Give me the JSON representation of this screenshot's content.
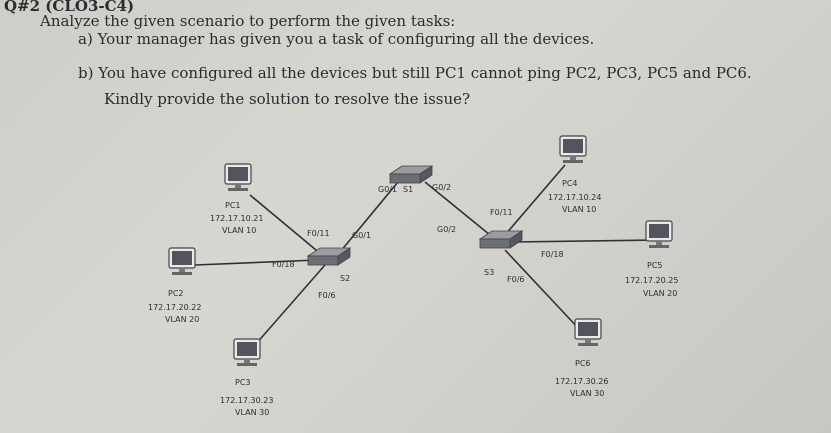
{
  "question": {
    "number": "Q#2 (CLO3-C4)",
    "intro": "Analyze the given scenario to perform the given tasks:",
    "task_a": "a)  Your manager has given you a task of configuring all the devices.",
    "task_b": "b)  You have configured all the devices but still PC1 cannot ping PC2, PC3, PC5 and PC6.",
    "task_b_cont": "Kindly provide the solution to resolve the issue?"
  },
  "diagram": {
    "pc1": {
      "name": "PC1",
      "ip": "172.17.10.21",
      "vlan": "VLAN 10"
    },
    "pc2": {
      "name": "PC2",
      "ip": "172.17.20.22",
      "vlan": "VLAN 20"
    },
    "pc3": {
      "name": "PC3",
      "ip": "172.17.30.23",
      "vlan": "VLAN 30"
    },
    "pc4": {
      "name": "PC4",
      "ip": "172.17.10.24",
      "vlan": "VLAN 10"
    },
    "pc5": {
      "name": "PC5",
      "ip": "172.17.20.25",
      "vlan": "VLAN 20"
    },
    "pc6": {
      "name": "PC6",
      "ip": "172.17.30.26",
      "vlan": "VLAN 30"
    },
    "s1": {
      "name": "S1",
      "port_left": "G0/1",
      "port_right": "G0/2"
    },
    "s2": {
      "name": "S2",
      "port_pc1": "F0/11",
      "port_pc2": "F0/18",
      "port_pc3": "F0/6",
      "port_uplink": "G0/1"
    },
    "s3": {
      "name": "S3",
      "port_pc4": "F0/11",
      "port_pc5": "F0/18",
      "port_pc6": "F0/6",
      "port_uplink": "G0/2"
    },
    "colors": {
      "link": "#2f2f36",
      "switch": "#6e7177",
      "pc_screen": "#4a4d55"
    }
  }
}
